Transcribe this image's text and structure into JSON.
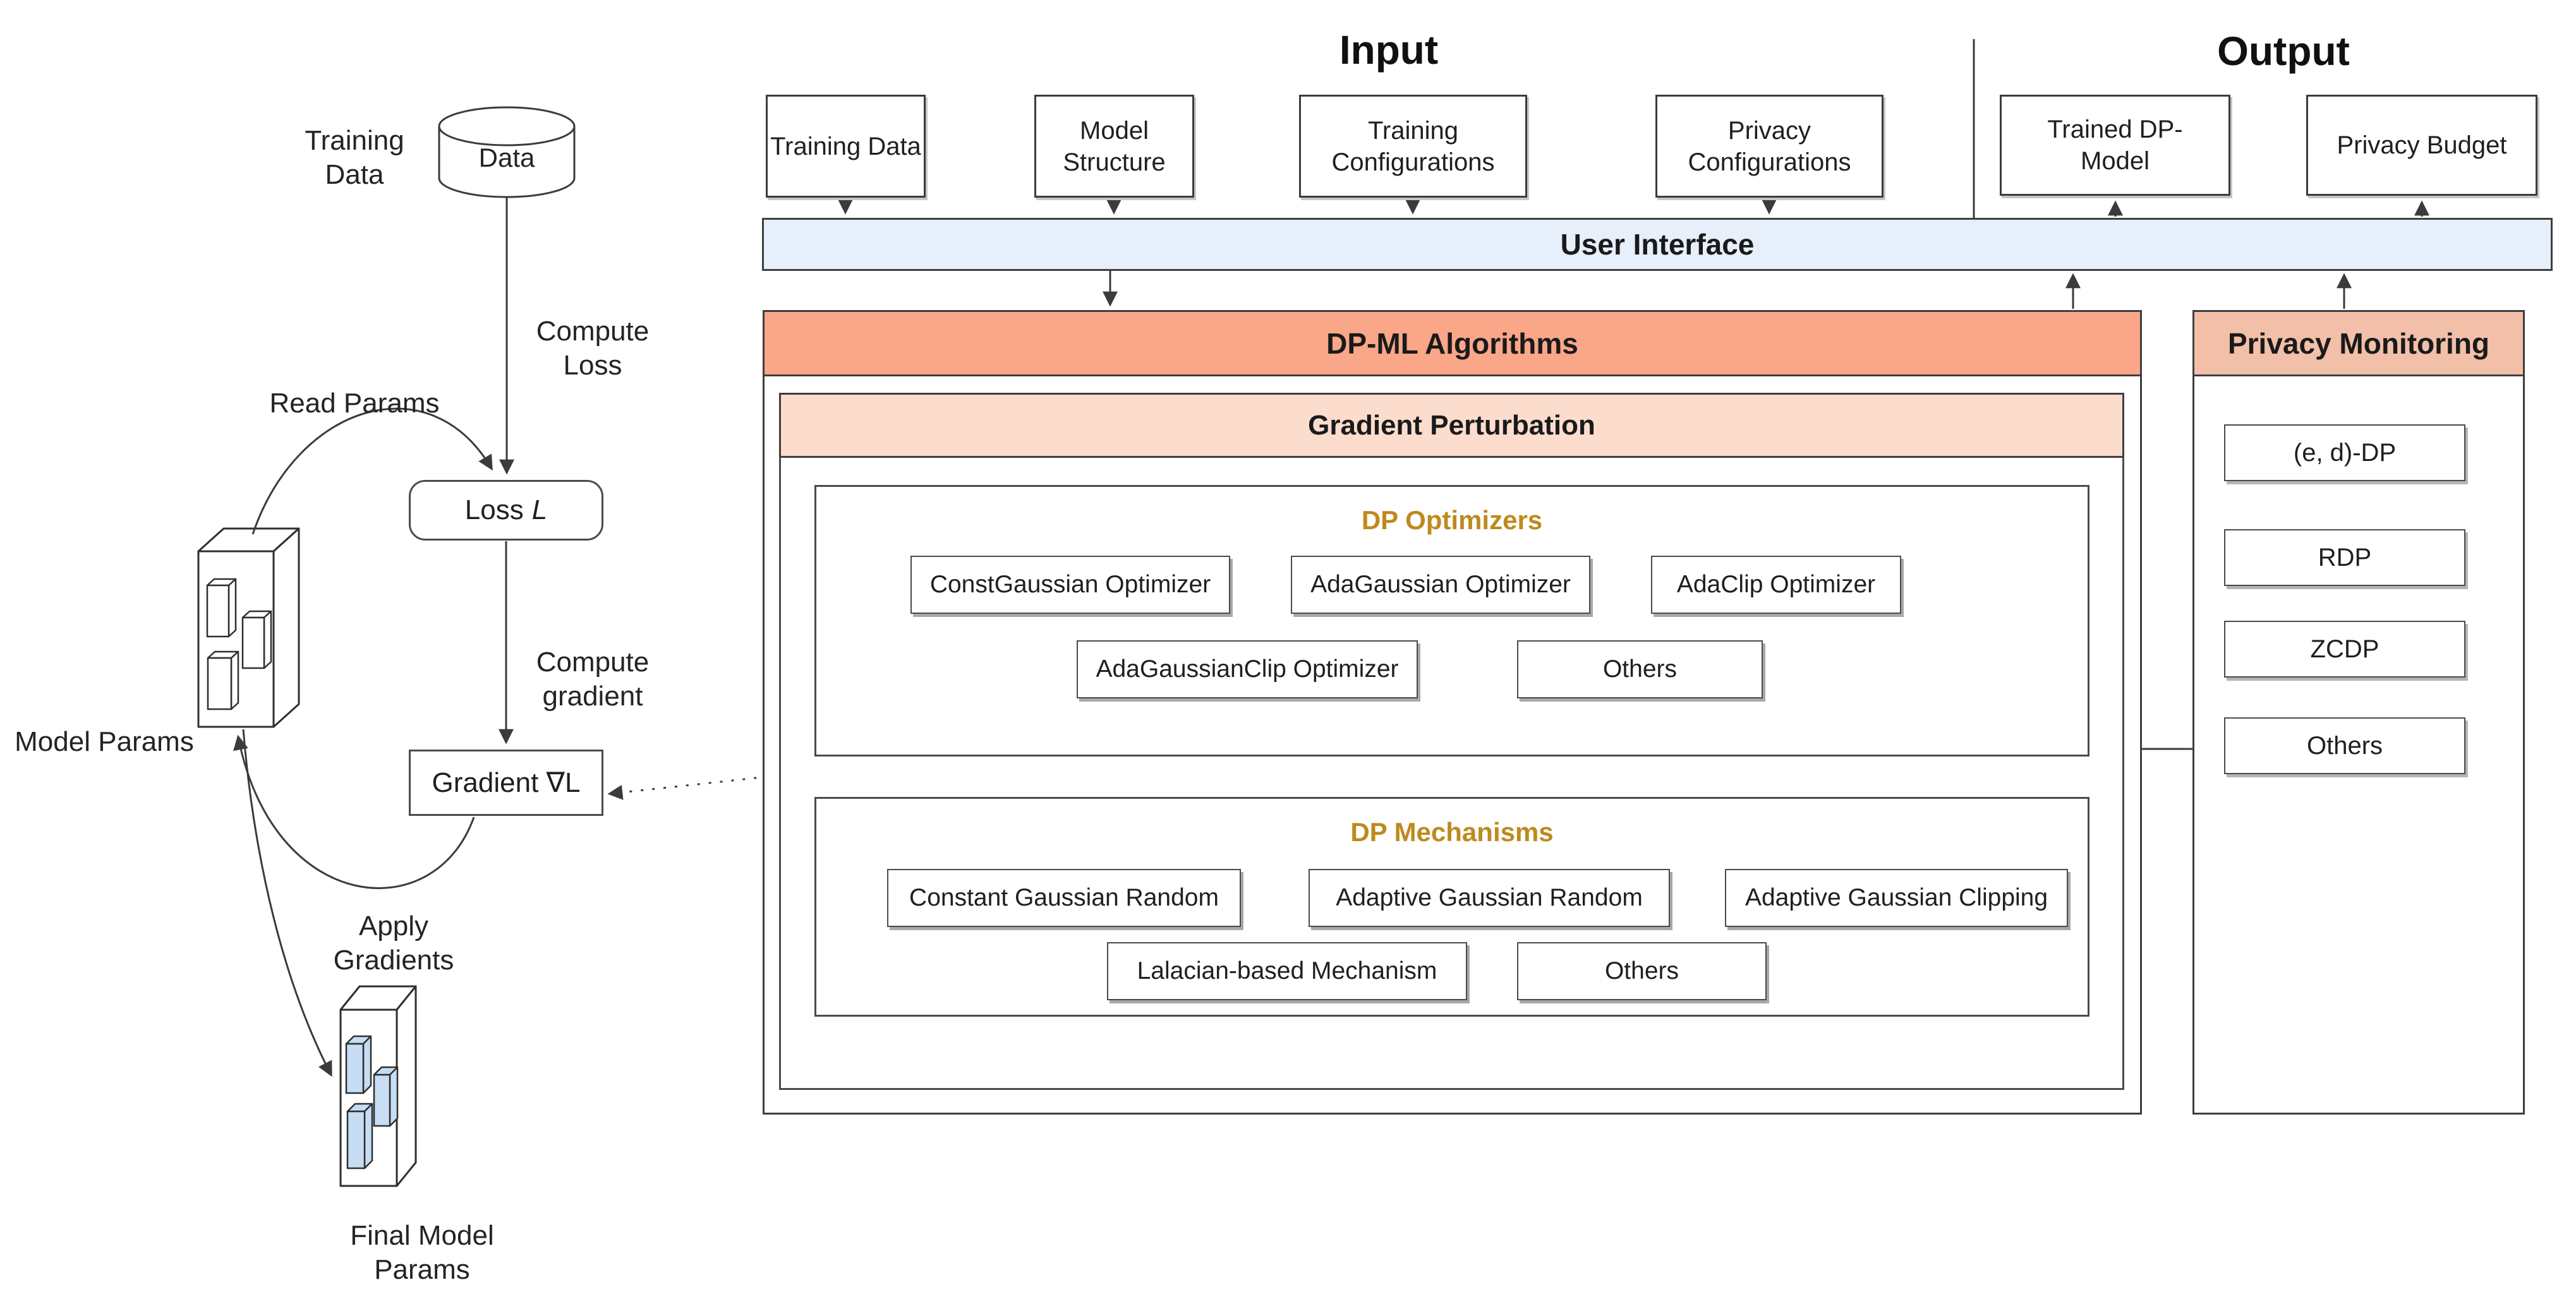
{
  "left_flow": {
    "training_data_label": "Training Data",
    "cylinder_label": "Data",
    "compute_loss_label": "Compute Loss",
    "read_params_label": "Read Params",
    "loss_box": {
      "word": "Loss",
      "symbol": "L"
    },
    "compute_gradient_label": "Compute gradient",
    "gradient_box_label": "Gradient ∇L",
    "model_params_label": "Model Params",
    "apply_gradients_label": "Apply Gradients",
    "final_model_params_label": "Final Model Params"
  },
  "input_section": {
    "title": "Input",
    "boxes": [
      "Training Data",
      "Model Structure",
      "Training Configurations",
      "Privacy Configurations"
    ]
  },
  "output_section": {
    "title": "Output",
    "boxes": [
      "Trained DP-Model",
      "Privacy Budget"
    ]
  },
  "user_interface": {
    "label": "User Interface"
  },
  "dpml_algorithms": {
    "title": "DP-ML Algorithms",
    "gradient_perturbation": {
      "title": "Gradient Perturbation",
      "dp_optimizers": {
        "title": "DP Optimizers",
        "row1": [
          "ConstGaussian Optimizer",
          "AdaGaussian Optimizer",
          "AdaClip Optimizer"
        ],
        "row2": [
          "AdaGaussianClip Optimizer",
          "Others"
        ]
      },
      "dp_mechanisms": {
        "title": "DP Mechanisms",
        "row1": [
          "Constant Gaussian Random",
          "Adaptive Gaussian Random",
          "Adaptive Gaussian Clipping"
        ],
        "row2": [
          "Lalacian-based Mechanism",
          "Others"
        ]
      }
    }
  },
  "privacy_monitoring": {
    "title": "Privacy Monitoring",
    "items": [
      "(e, d)-DP",
      "RDP",
      "ZCDP",
      "Others"
    ]
  },
  "colors": {
    "ui_bar": "#E6EFFA",
    "dpml_header": "#FAA689",
    "gradient_perturbation_header": "#FBDCCD",
    "privacy_monitoring_header": "#F2BFA8",
    "accent_gold": "#BE8A1E",
    "param_blue": "#C7DDF3",
    "line": "#3B3B3B"
  }
}
